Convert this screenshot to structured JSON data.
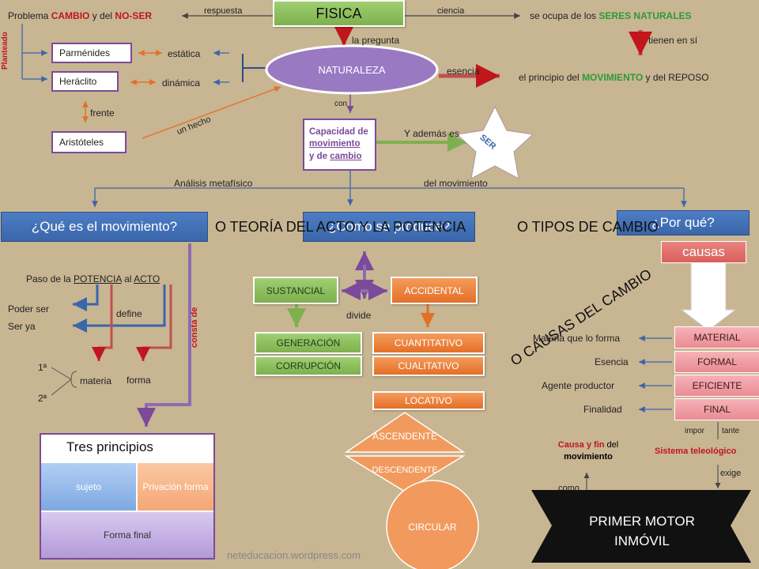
{
  "fisica": "FISICA",
  "respuesta": "respuesta",
  "ciencia": "ciencia",
  "problema_pre": "Problema",
  "problema_cambio": "CAMBIO",
  "problema_mid": "y del",
  "problema_noser": "NO-SER",
  "ocupa_pre": "se ocupa de los",
  "ocupa_seres": "SERES NATURALES",
  "la_pregunta": "la pregunta",
  "tienen_en_si": "tienen en sí",
  "planteado": "Planteado",
  "parmenides": "Parménides",
  "estatica": "estática",
  "heraclito": "Heráclito",
  "dinamica": "dinámica",
  "naturaleza": "NATURALEZA",
  "esencia": "esencia",
  "principio_pre": "el principio del",
  "principio_mov": "MOVIMIENTO",
  "principio_post": "y del  REPOSO",
  "frente": "frente",
  "un_hecho": "un hecho",
  "aristoteles": "Aristóteles",
  "con": "con",
  "capacidad_l1": "Capacidad de",
  "capacidad_l2": "movimiento",
  "capacidad_l3_pre": "y de ",
  "capacidad_l3_u": "cambio",
  "y_ademas": "Y además es",
  "ser": "SER",
  "analisis": "Análisis metafísico",
  "del_movimiento": "del movimiento",
  "q_movimiento": "¿Qué es el movimiento?",
  "q_mid": "¿Cómo se produce?",
  "q_porque": "¿Por qué?",
  "teoria": "O TEORÍA DEL ACTO Y LA POTENCIA",
  "tipos": "O TIPOS DE CAMBIO",
  "causas_btn": "causas",
  "causas_diag": "O CAUSAS DEL CAMBIO",
  "paso_pre": "Paso de la ",
  "paso_potencia": "POTENCIA",
  "paso_mid": " al ",
  "paso_acto": "ACTO",
  "poder_ser": "Poder ser",
  "ser_ya": "Ser ya",
  "define": "define",
  "consta_de": "consta  de",
  "n1": "1ª",
  "n2": "2ª",
  "materia": "materia",
  "forma": "forma",
  "tres_principios": "Tres principios",
  "sujeto": "sujeto",
  "privacion": "Privación forma",
  "forma_final": "Forma final",
  "sustancial": "SUSTANCIAL",
  "accidental": "ACCIDENTAL",
  "divide": "divide",
  "generacion": "GENERACIÓN",
  "corrupcion": "CORRUPCIÓN",
  "cuantitativo": "CUANTITATIVO",
  "cualitativo": "CUALITATIVO",
  "locativo": "LOCATIVO",
  "ascendente": "ASCENDENTE",
  "descendente": "DESCENDENTE",
  "circular": "CIRCULAR",
  "materia_que": "Materia que lo forma",
  "esencia2": "Esencia",
  "agente": "Agente productor",
  "finalidad": "Finalidad",
  "material": "MATERIAL",
  "formal": "FORMAL",
  "eficiente": "EFICIENTE",
  "final": "FINAL",
  "impor": "impor",
  "tante": "tante",
  "causa_fin_a": "Causa y fin",
  "causa_fin_b": "del",
  "causa_fin_c": "movimiento",
  "sistema": "Sistema teleológico",
  "exige": "exige",
  "como": "como",
  "primer_motor": "PRIMER MOTOR INMÓVIL",
  "footer": "neteducacion.wordpress.com",
  "colors": {
    "background": "#c8b592",
    "purple": "#7b4a9a",
    "blue": "#3a66aa",
    "green": "#7eb04f",
    "orange": "#e46f27",
    "red": "#c0161c",
    "pink": "#ea8b93"
  }
}
